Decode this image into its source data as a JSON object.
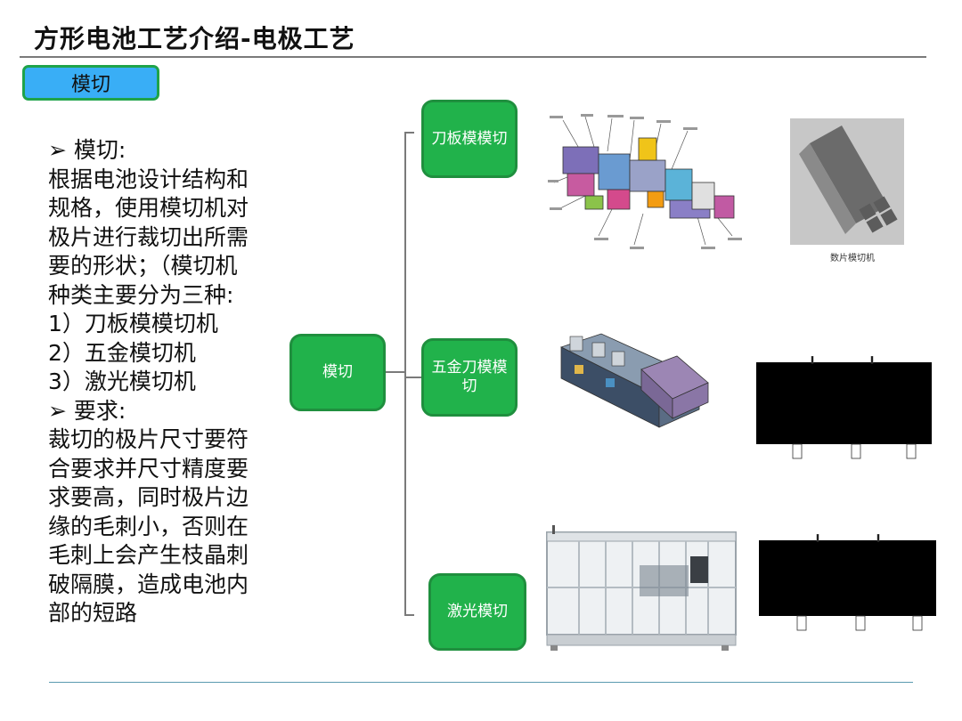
{
  "header": {
    "title": "方形电池工艺介绍-电极工艺"
  },
  "tag": {
    "label": "模切"
  },
  "body": {
    "lines": [
      "➢ 模切:",
      "根据电池设计结构和",
      "规格，使用模切机对",
      "极片进行裁切出所需",
      "要的形状；（模切机",
      "种类主要分为三种:",
      "1）刀板模模切机",
      "2）五金模切机",
      "3）激光模切机",
      "➢ 要求:",
      "裁切的极片尺寸要符",
      "合要求并尺寸精度要",
      "求要高，同时极片边",
      "缘的毛刺小，否则在",
      "毛刺上会产生枝晶刺",
      "破隔膜，造成电池内",
      "部的短路"
    ]
  },
  "diagram": {
    "root": "模切",
    "branches": [
      "刀板模模切",
      "五金刀模模切",
      "激光模切"
    ]
  },
  "images": {
    "caption_1": "数片模切机"
  },
  "colors": {
    "tag_fill": "#39aef6",
    "box_fill": "#21b24b",
    "box_border": "#1f8f3e"
  }
}
